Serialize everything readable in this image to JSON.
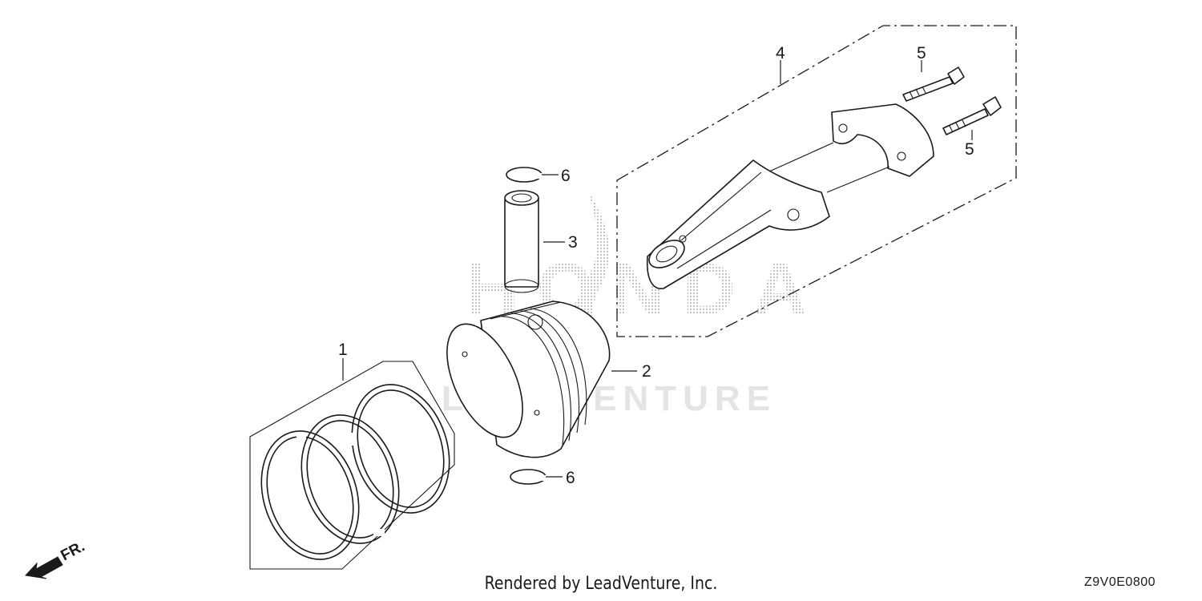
{
  "watermark": {
    "brand": "HONDA",
    "tagline": "LEADVENTURE"
  },
  "callouts": [
    {
      "id": "1",
      "label": "1"
    },
    {
      "id": "2",
      "label": "2"
    },
    {
      "id": "3",
      "label": "3"
    },
    {
      "id": "4",
      "label": "4"
    },
    {
      "id": "5a",
      "label": "5"
    },
    {
      "id": "5b",
      "label": "5"
    },
    {
      "id": "6a",
      "label": "6"
    },
    {
      "id": "6b",
      "label": "6"
    }
  ],
  "front_indicator": {
    "label": "FR.",
    "icon": "front-arrow-icon"
  },
  "footer": {
    "credit": "Rendered by LeadVenture, Inc.",
    "diagram_code": "Z9V0E0800"
  }
}
